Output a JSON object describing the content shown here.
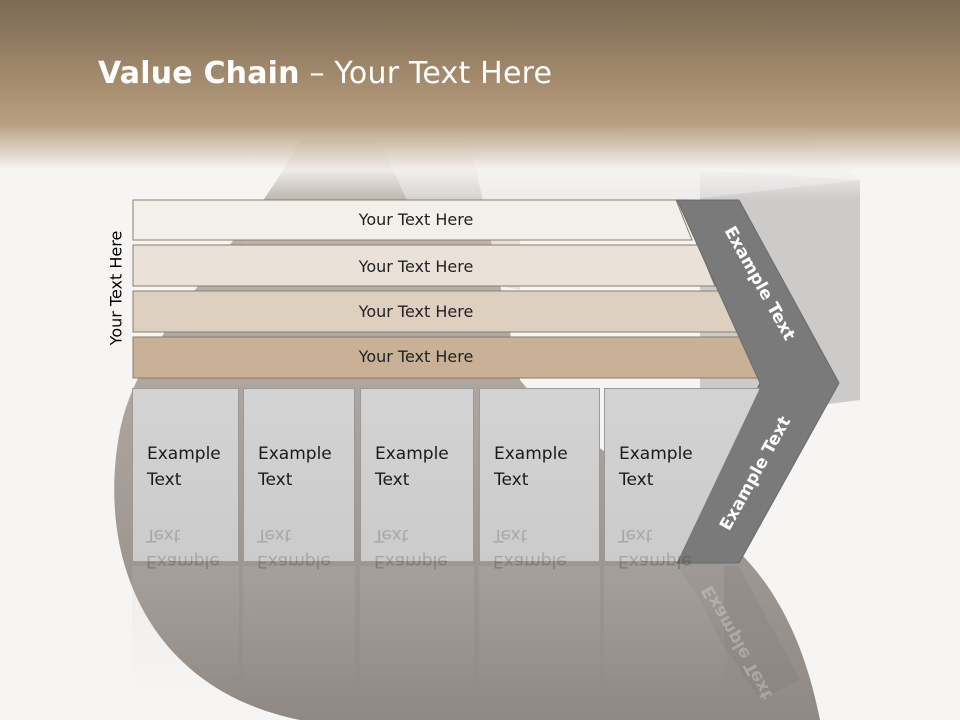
{
  "slide": {
    "title_bold": "Value Chain",
    "title_rest": " – Your Text Here",
    "side_label": "Your Text Here"
  },
  "strips": [
    {
      "label": "Your Text Here",
      "color": "#f3f0eb"
    },
    {
      "label": "Your Text Here",
      "color": "#eae2d8"
    },
    {
      "label": "Your Text Here",
      "color": "#ddd0c0"
    },
    {
      "label": "Your Text Here",
      "color": "#c8b196"
    }
  ],
  "boxes": [
    {
      "line1": "Example",
      "line2": "Text"
    },
    {
      "line1": "Example",
      "line2": "Text"
    },
    {
      "line1": "Example",
      "line2": "Text"
    },
    {
      "line1": "Example",
      "line2": "Text"
    },
    {
      "line1": "Example",
      "line2": "Text"
    }
  ],
  "chevron": {
    "top_label": "Example Text",
    "bottom_label": "Example Text",
    "color": "#7a7a7a"
  }
}
